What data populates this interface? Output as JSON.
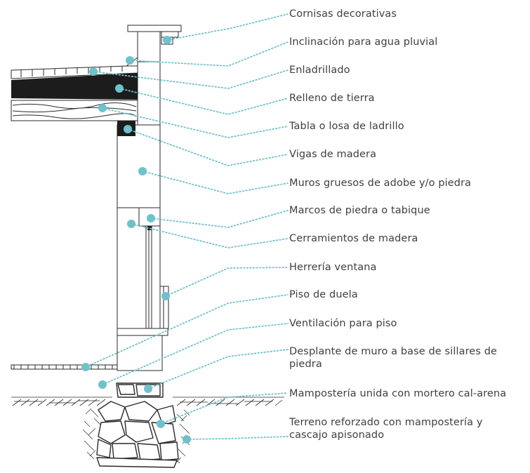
{
  "labels": [
    {
      "id": "cornisas",
      "text": "Cornisas decorativas"
    },
    {
      "id": "inclinacion",
      "text": "Inclinación para agua pluvial"
    },
    {
      "id": "enladrillado",
      "text": "Enladrillado"
    },
    {
      "id": "relleno",
      "text": "Relleno de tierra"
    },
    {
      "id": "tabla",
      "text": "Tabla o losa de ladrillo"
    },
    {
      "id": "vigas",
      "text": "Vigas de madera"
    },
    {
      "id": "muros",
      "text": "Muros gruesos de adobe y/o piedra"
    },
    {
      "id": "marcos",
      "text": "Marcos de piedra o tabique"
    },
    {
      "id": "cerramientos",
      "text": "Cerramientos de madera"
    },
    {
      "id": "herreria",
      "text": "Herrería ventana"
    },
    {
      "id": "piso",
      "text": "Piso de duela"
    },
    {
      "id": "ventilacion",
      "text": "Ventilación para piso"
    },
    {
      "id": "desplante",
      "text": "Desplante de muro a base de sillares de piedra"
    },
    {
      "id": "mamposteria",
      "text": "Mampostería unida con mortero cal-arena"
    },
    {
      "id": "terreno",
      "text": "Terreno reforzado con mampostería y cascajo apisonado"
    }
  ],
  "colors": {
    "accent": "#6ec2cc",
    "ink": "#2a2a2a",
    "text": "#3f3f3f",
    "fill_dark": "#1c1c1c"
  }
}
